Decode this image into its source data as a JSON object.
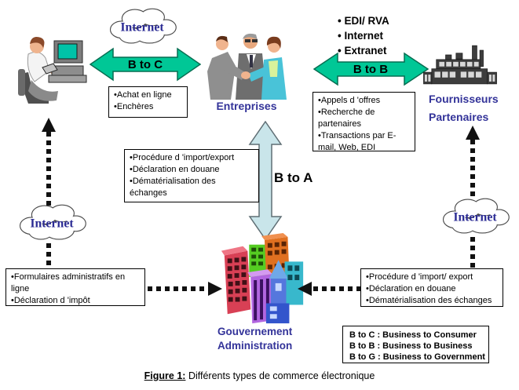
{
  "colors": {
    "arrow_green": "#00c796",
    "arrow_green_stroke": "#066e52",
    "arrow_blue": "#c9e5ea",
    "label_navy": "#333399"
  },
  "icons": {
    "consumer": "person-at-computer-icon",
    "entreprises": "business-handshake-icon",
    "fournisseurs": "factory-icon",
    "gouvernement": "government-buildings-icon",
    "internet": "cloud-icon"
  },
  "clouds": {
    "top": "Internet",
    "left": "Internet",
    "right": "Internet"
  },
  "relations": {
    "b_to_c": "B to C",
    "b_to_b": "B to B",
    "b_to_a": "B to A"
  },
  "entities": {
    "entreprises": "Entreprises",
    "fournisseurs": [
      "Fournisseurs",
      "Partenaires"
    ],
    "gouvernement": [
      "Gouvernement",
      "Administration"
    ]
  },
  "lists": {
    "btob_channels": [
      "EDI/ RVA",
      "Internet",
      "Extranet"
    ],
    "btoc_examples": [
      "Achat en ligne",
      "Enchères"
    ],
    "btob_examples": [
      "Appels d 'offres",
      "Recherche de partenaires",
      "Transactions par E-mail, Web, EDI"
    ],
    "btoa_examples": [
      "Procédure d 'import/export",
      "Déclaration en douane",
      "Dématérialisation des échanges"
    ],
    "citizen_examples": [
      "Formulaires administratifs en ligne",
      "Déclaration d 'impôt"
    ],
    "supplier_gov_examples": [
      "Procédure d 'import/ export",
      "Déclaration en douane",
      "Dématérialisation des échanges"
    ],
    "legend": [
      "B to C : Business to Consumer",
      "B to B : Business to Business",
      "B to G : Business to Government"
    ]
  },
  "caption": {
    "label": "Figure 1:",
    "text": "Différents types de commerce électronique"
  }
}
